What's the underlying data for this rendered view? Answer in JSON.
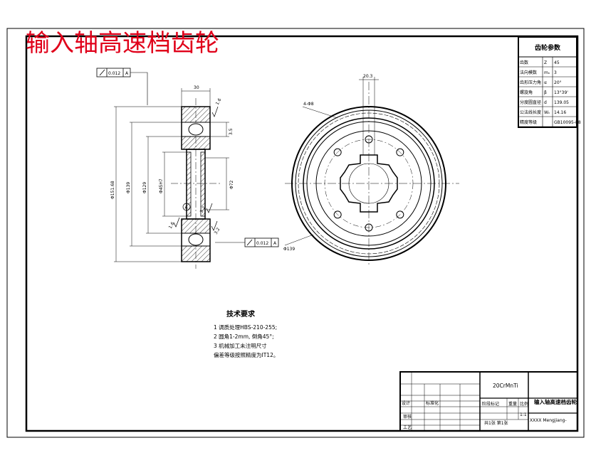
{
  "drawing_title": "输入轴高速档齿轮",
  "gear_params": {
    "header": "齿轮参数",
    "rows": [
      {
        "name": "齿数",
        "symbol": "Z",
        "value": "45"
      },
      {
        "name": "法向模数",
        "symbol": "mₙ",
        "value": "3"
      },
      {
        "name": "齿形压力角",
        "symbol": "α",
        "value": "20°"
      },
      {
        "name": "螺旋角",
        "symbol": "β",
        "value": "13°39'"
      },
      {
        "name": "分度圆直径",
        "symbol": "d",
        "value": "139.05"
      },
      {
        "name": "公法线长度",
        "symbol": "Wₖ",
        "value": "14.16"
      },
      {
        "name": "精度等级",
        "symbol": "",
        "value": "GB10095-88"
      }
    ]
  },
  "tech_req": {
    "title": "技术要求",
    "items": [
      "1 调质处理HBS-210-255;",
      "2 圆角1-2mm, 倒角45°;",
      "3 机械加工未注明尺寸",
      "  偏差等级按照精度为IT12。"
    ]
  },
  "title_block": {
    "material": "20CrMnTi",
    "part_name": "输入轴高速档齿轮",
    "design_label": "设计",
    "check_label": "审核",
    "process_label": "工艺",
    "std_label": "标准化",
    "stage_label": "阶段标记",
    "weight_label": "重量",
    "scale_label": "比例",
    "scale_value": "1:1",
    "sheets_label": "共1张  第1张",
    "school": "XXXX Mengjiang-"
  },
  "tolerances": {
    "runout_top": "0.012",
    "runout_top_datum": "A",
    "runout_bottom": "0.012",
    "runout_bottom_datum": "A"
  },
  "dimensions": {
    "width_top": "30",
    "od": "Φ151.68",
    "d1": "Φ139",
    "d2": "Φ129",
    "bore": "Φ45H7",
    "spline": "Φ72",
    "keyway": "20.3",
    "hole_label": "4-Φ8",
    "ring_label": "Φ139",
    "depth": "3.5",
    "roughness_a": "1.6",
    "roughness_b": "3.2",
    "datum_A": "A"
  }
}
